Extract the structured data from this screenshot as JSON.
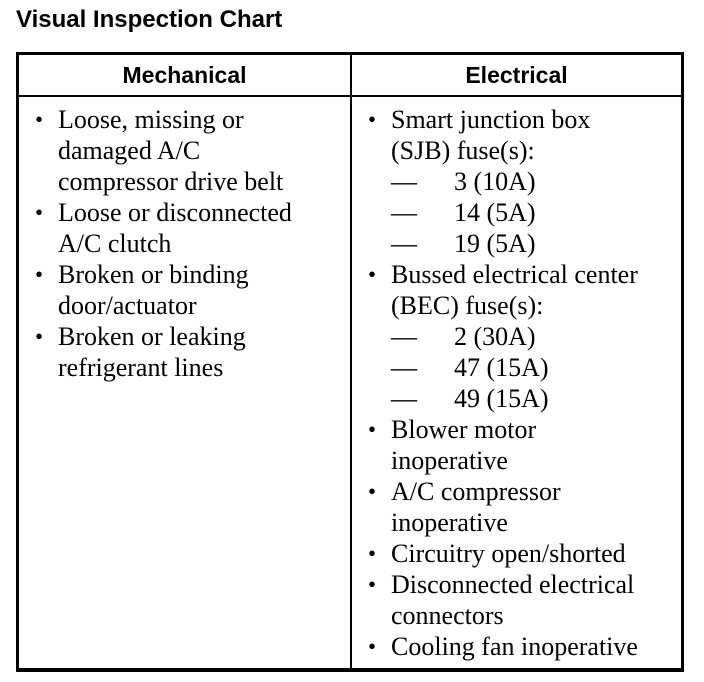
{
  "page_title": "Visual Inspection Chart",
  "colors": {
    "text": "#000000",
    "background": "#ffffff",
    "border": "#000000"
  },
  "glyphs": {
    "bullet": "•",
    "dash": "—"
  },
  "table": {
    "columns": [
      {
        "header": "Mechanical",
        "items": [
          {
            "type": "bullet",
            "text": "Loose, missing or\ndamaged A/C\ncompressor drive belt"
          },
          {
            "type": "bullet",
            "text": "Loose or disconnected\nA/C clutch"
          },
          {
            "type": "bullet",
            "text": "Broken or binding\ndoor/actuator"
          },
          {
            "type": "bullet",
            "text": "Broken or leaking\nrefrigerant lines"
          }
        ]
      },
      {
        "header": "Electrical",
        "items": [
          {
            "type": "bullet",
            "text": "Smart junction box\n(SJB) fuse(s):"
          },
          {
            "type": "dash",
            "text": "3 (10A)"
          },
          {
            "type": "dash",
            "text": "14 (5A)"
          },
          {
            "type": "dash",
            "text": "19 (5A)"
          },
          {
            "type": "bullet",
            "text": "Bussed electrical center\n(BEC) fuse(s):"
          },
          {
            "type": "dash",
            "text": "2 (30A)"
          },
          {
            "type": "dash",
            "text": "47 (15A)"
          },
          {
            "type": "dash",
            "text": "49 (15A)"
          },
          {
            "type": "bullet",
            "text": "Blower motor\ninoperative"
          },
          {
            "type": "bullet",
            "text": "A/C compressor\ninoperative"
          },
          {
            "type": "bullet",
            "text": "Circuitry open/shorted"
          },
          {
            "type": "bullet",
            "text": "Disconnected electrical\nconnectors"
          },
          {
            "type": "bullet",
            "text": "Cooling fan inoperative"
          }
        ]
      }
    ]
  }
}
